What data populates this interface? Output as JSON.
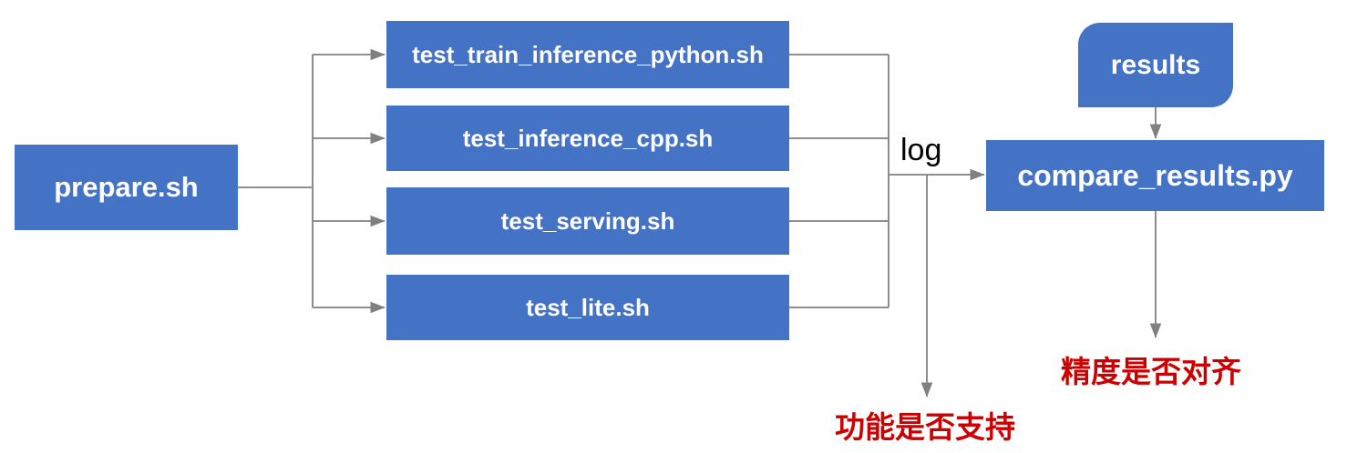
{
  "diagram": {
    "nodes": {
      "prepare": {
        "label": "prepare.sh"
      },
      "tests": [
        {
          "label": "test_train_inference_python.sh"
        },
        {
          "label": "test_inference_cpp.sh"
        },
        {
          "label": "test_serving.sh"
        },
        {
          "label": "test_lite.sh"
        }
      ],
      "results": {
        "label": "results"
      },
      "compare": {
        "label": "compare_results.py"
      }
    },
    "edge_labels": {
      "log": "log"
    },
    "annotations": {
      "function_support": "功能是否支持",
      "precision_aligned": "精度是否对齐"
    },
    "colors": {
      "node_fill": "#4472C4",
      "node_text": "#FFFFFF",
      "connector": "#808080",
      "annotation_text": "#CC0000",
      "edge_label_text": "#000000",
      "background": "#FFFFFF"
    }
  }
}
